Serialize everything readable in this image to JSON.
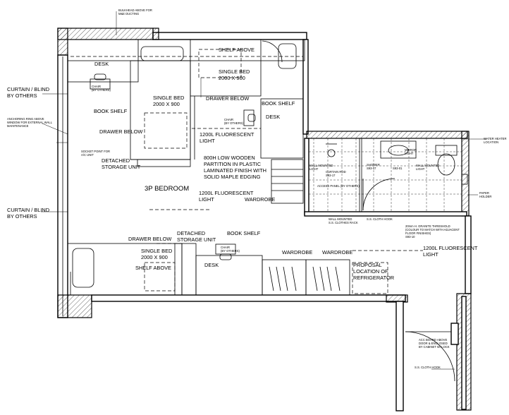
{
  "labels": {
    "bulkhead": [
      "BULKHEAD ABOVE FOR",
      "M&E DUCTING"
    ],
    "shelf_above_top": "SHELF ABOVE",
    "desk_top": "DESK",
    "chair_top": [
      "CHAIR",
      "(BY OTHERS)"
    ],
    "book_shelf_left": "BOOK SHELF",
    "single_bed_left": [
      "SINGLE BED",
      "2000 X 900"
    ],
    "single_bed_right": [
      "SINGLE BED",
      "2000 X 900"
    ],
    "drawer_below_top": "DRAWER BELOW",
    "drawer_below_left": "DRAWER BELOW",
    "chair_mid": [
      "CHAIR",
      "(BY OTHERS)"
    ],
    "book_shelf_right": "BOOK SHELF",
    "desk_right": "DESK",
    "fluorescent_1": [
      "1200L FLUORESCENT",
      "LIGHT"
    ],
    "detached_storage_left": [
      "DETACHED",
      "STORAGE UNIT"
    ],
    "partition": [
      "800H LOW WOODEN",
      "PARTITION IN PLASTIC",
      "LAMINATED FINISH WITH",
      "SOLID MAPLE EDGING"
    ],
    "bedroom_title": "3P BEDROOM",
    "fluorescent_2": [
      "1200L FLUORESCENT",
      "LIGHT"
    ],
    "wardrobe_mid": "WARDROBE",
    "curtain_top": [
      "CURTAIN / BLIND",
      "BY OTHERS"
    ],
    "curtain_bottom": [
      "CURTAIN / BLIND",
      "BY OTHERS"
    ],
    "anchoring": [
      "ANCHORING RING ABOVE",
      "WINDOW FOR EXTERNAL WALL",
      "MAINTENANCE"
    ],
    "socket": [
      "SOCKET POINT FOR",
      "A/C UNIT"
    ],
    "bath_curtain": [
      "CURTAIN ROD",
      "S93-17"
    ],
    "bath_wall_mounted_light": [
      "WALL MOUNTED",
      "LIGHT"
    ],
    "bath_shower": [
      "SHOWER",
      "S93-17"
    ],
    "bath_access_panel": [
      "ACCESS PANEL (BY OTHERS)"
    ],
    "bath_towel_rack": [
      "WALL MOUNTED",
      "S.S. CLOTHES RACK"
    ],
    "bath_cloth_hook": "S.S. CLOTH HOOK",
    "bath_mirror": [
      "MIRROR",
      "LIGHT"
    ],
    "bath_vanity": [
      "S93-01"
    ],
    "bath_water_heater": [
      "WATER HEATER",
      "LOCATION"
    ],
    "bath_paper_holder": [
      "PAPER",
      "HOLDER"
    ],
    "bath_wall_light_2": [
      "WALL MOUNTED",
      "LIGHT"
    ],
    "threshold": [
      "20mm H. GRANITE THRESHOLD",
      "(COLOUR TO MATCH WITH ADJACENT",
      "FLOOR FINISHES)",
      "S93-10"
    ],
    "drawer_below_bottom": "DRAWER BELOW",
    "detached_storage_bottom": [
      "DETACHED",
      "STORAGE UNIT"
    ],
    "book_shelf_bottom": "BOOK SHELF",
    "chair_bottom": [
      "CHAIR",
      "(BY OTHERS)"
    ],
    "single_bed_bottom": [
      "SINGLE BED",
      "2000 X 900"
    ],
    "shelf_above_bottom": "SHELF ABOVE",
    "desk_bottom": "DESK",
    "wardrobe_1": "WARDROBE",
    "wardrobe_2": "WARDROBE",
    "fluorescent_3": [
      "1200L FLUORESCENT",
      "LIGHT"
    ],
    "refrigerator": [
      "PROPOSAL",
      "LOCATION OF",
      "REFRIGERATOR"
    ],
    "door_note": [
      "ACC BOARD ABOVE",
      "DOOR & ENCLOSED",
      "BY CABINET W/ LOCK"
    ],
    "cloth_hook_bottom": "S.S. CLOTH HOOK"
  }
}
